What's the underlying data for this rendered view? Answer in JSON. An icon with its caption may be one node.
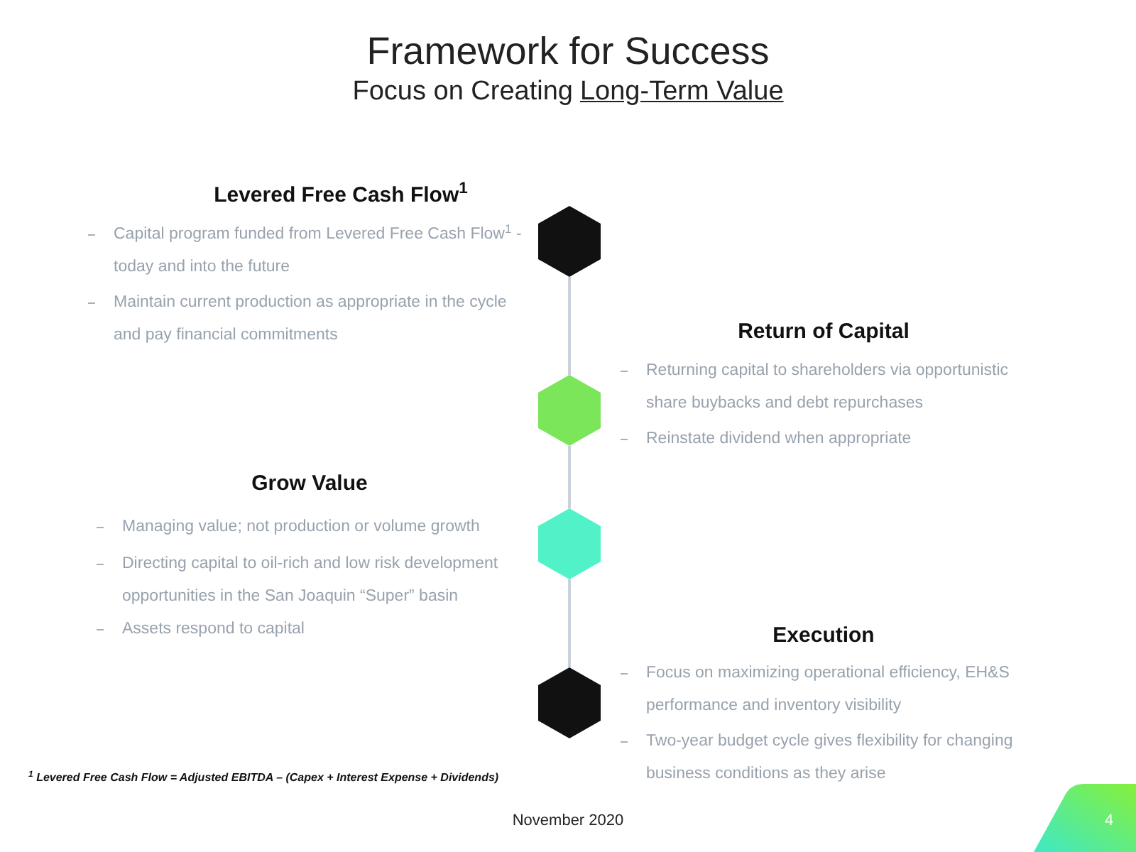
{
  "diagram": {
    "title": "Framework for Success",
    "nodes": [
      {
        "text": [],
        "shape": "hexagon"
      },
      {
        "text": [],
        "shape": "hexagon"
      },
      {
        "text": [],
        "shape": "hexagon"
      },
      {
        "text": [],
        "shape": "hexagon"
      }
    ],
    "edges": [
      {
        "from": 0,
        "to": 1,
        "arrow": "none"
      },
      {
        "from": 1,
        "to": 2,
        "arrow": "none"
      },
      {
        "from": 2,
        "to": 3,
        "arrow": "none"
      }
    ],
    "labels": [
      "Focus on Creating",
      "Long-Term Value",
      "Levered Free Cash Flow$^{1}$",
      "Capital program funded from Levered Free Cash Flow$^{1}$ - today and into the future",
      "Maintain current production as appropriate in the cycle and pay financial commitments",
      "Return of Capital",
      "Returning capital to shareholders via opportunistic share buybacks and debt repurchases",
      "Reinstate dividend when appropriate",
      "Grow Value",
      "Managing value; not production or volume growth",
      "Directing capital to oil-rich and low risk development opportunities in the San Joaquin “Super” basin",
      "Assets respond to capital",
      "Execution",
      "Focus on maximizing operational efficiency, EH&S performance and inventory visibility",
      "Two-year budget cycle gives flexibility for changing business conditions as they arise",
      "$^{1}$ Levered Free Cash Flow = Adjusted EBITDA – (Capex + Interest Expense + Dividends)",
      "November 2020",
      "4"
    ]
  }
}
